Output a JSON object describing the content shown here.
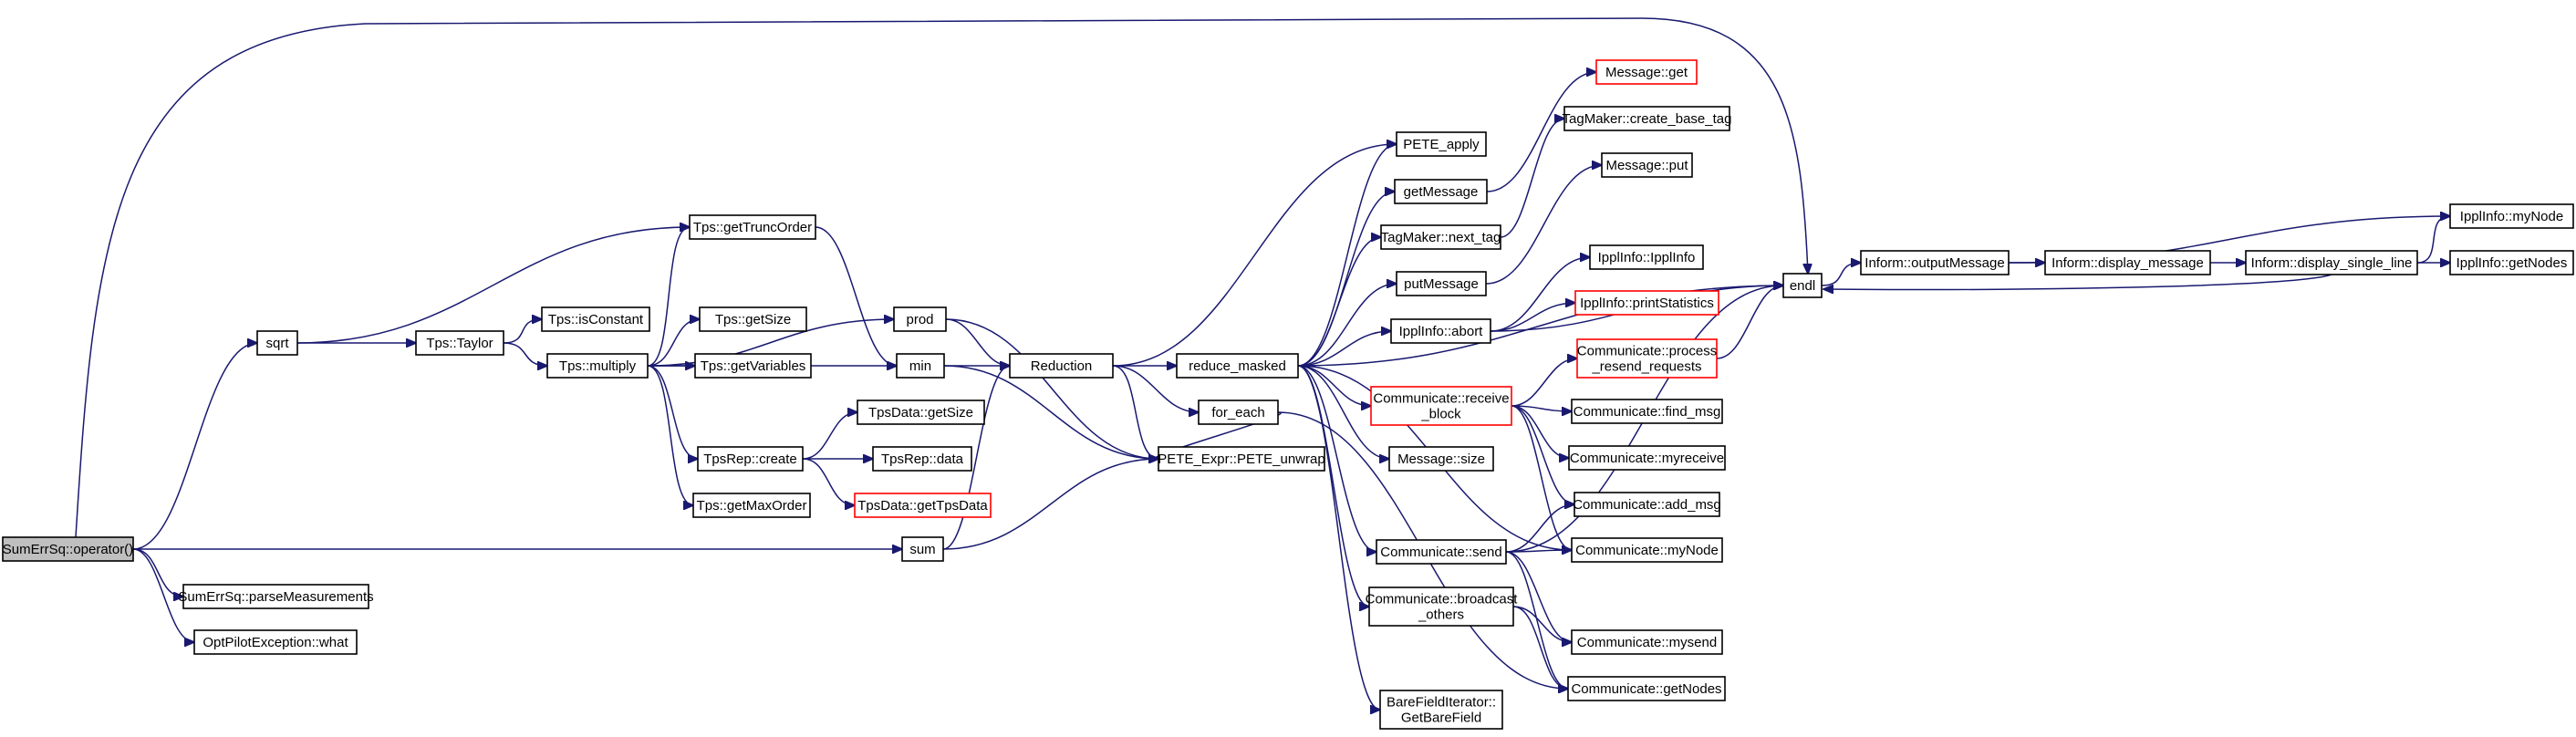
{
  "graph": {
    "nodes": [
      {
        "id": "root",
        "lines": [
          "SumErrSq::operator()"
        ],
        "style": "root"
      },
      {
        "id": "sqrt",
        "lines": [
          "sqrt"
        ]
      },
      {
        "id": "sum",
        "lines": [
          "sum"
        ]
      },
      {
        "id": "parse",
        "lines": [
          "SumErrSq::parseMeasurements"
        ]
      },
      {
        "id": "what",
        "lines": [
          "OptPilotException::what"
        ]
      },
      {
        "id": "taylor",
        "lines": [
          "Tps::Taylor"
        ]
      },
      {
        "id": "trunc",
        "lines": [
          "Tps::getTruncOrder"
        ]
      },
      {
        "id": "isconst",
        "lines": [
          "Tps::isConstant"
        ]
      },
      {
        "id": "multiply",
        "lines": [
          "Tps::multiply"
        ]
      },
      {
        "id": "getsize",
        "lines": [
          "Tps::getSize"
        ]
      },
      {
        "id": "getvars",
        "lines": [
          "Tps::getVariables"
        ]
      },
      {
        "id": "repcreate",
        "lines": [
          "TpsRep::create"
        ]
      },
      {
        "id": "maxorder",
        "lines": [
          "Tps::getMaxOrder"
        ]
      },
      {
        "id": "prod",
        "lines": [
          "prod"
        ]
      },
      {
        "id": "min",
        "lines": [
          "min"
        ]
      },
      {
        "id": "datasize",
        "lines": [
          "TpsData::getSize"
        ]
      },
      {
        "id": "repdata",
        "lines": [
          "TpsRep::data"
        ]
      },
      {
        "id": "gettpsdata",
        "lines": [
          "TpsData::getTpsData"
        ],
        "style": "red"
      },
      {
        "id": "reduction",
        "lines": [
          "Reduction"
        ]
      },
      {
        "id": "unwrap",
        "lines": [
          "PETE_Expr::PETE_unwrap"
        ]
      },
      {
        "id": "redmasked",
        "lines": [
          "reduce_masked"
        ]
      },
      {
        "id": "foreach",
        "lines": [
          "for_each"
        ]
      },
      {
        "id": "peteapply",
        "lines": [
          "PETE_apply"
        ]
      },
      {
        "id": "getmsg",
        "lines": [
          "getMessage"
        ]
      },
      {
        "id": "nexttag",
        "lines": [
          "TagMaker::next_tag"
        ]
      },
      {
        "id": "putmsg",
        "lines": [
          "putMessage"
        ]
      },
      {
        "id": "abort",
        "lines": [
          "IpplInfo::abort"
        ]
      },
      {
        "id": "recvblock",
        "lines": [
          "Communicate::receive",
          "_block"
        ],
        "style": "red"
      },
      {
        "id": "msgsize",
        "lines": [
          "Message::size"
        ]
      },
      {
        "id": "send",
        "lines": [
          "Communicate::send"
        ]
      },
      {
        "id": "bcast",
        "lines": [
          "Communicate::broadcast",
          "_others"
        ]
      },
      {
        "id": "barefield",
        "lines": [
          "BareFieldIterator::",
          "GetBareField"
        ]
      },
      {
        "id": "msgget",
        "lines": [
          "Message::get"
        ],
        "style": "red"
      },
      {
        "id": "basetag",
        "lines": [
          "TagMaker::create_base_tag"
        ]
      },
      {
        "id": "msgput",
        "lines": [
          "Message::put"
        ]
      },
      {
        "id": "ipplinfo",
        "lines": [
          "IpplInfo::IpplInfo"
        ]
      },
      {
        "id": "printstats",
        "lines": [
          "IpplInfo::printStatistics"
        ],
        "style": "red"
      },
      {
        "id": "resend",
        "lines": [
          "Communicate::process",
          "_resend_requests"
        ],
        "style": "red"
      },
      {
        "id": "findmsg",
        "lines": [
          "Communicate::find_msg"
        ]
      },
      {
        "id": "myreceive",
        "lines": [
          "Communicate::myreceive"
        ]
      },
      {
        "id": "addmsg",
        "lines": [
          "Communicate::add_msg"
        ]
      },
      {
        "id": "cmynode",
        "lines": [
          "Communicate::myNode"
        ]
      },
      {
        "id": "mysend",
        "lines": [
          "Communicate::mysend"
        ]
      },
      {
        "id": "cgetnodes",
        "lines": [
          "Communicate::getNodes"
        ]
      },
      {
        "id": "endl",
        "lines": [
          "endl"
        ]
      },
      {
        "id": "outmsg",
        "lines": [
          "Inform::outputMessage"
        ]
      },
      {
        "id": "dispmsg",
        "lines": [
          "Inform::display_message"
        ]
      },
      {
        "id": "displine",
        "lines": [
          "Inform::display_single_line"
        ]
      },
      {
        "id": "imynode",
        "lines": [
          "IpplInfo::myNode"
        ]
      },
      {
        "id": "igetnodes",
        "lines": [
          "IpplInfo::getNodes"
        ]
      }
    ]
  }
}
